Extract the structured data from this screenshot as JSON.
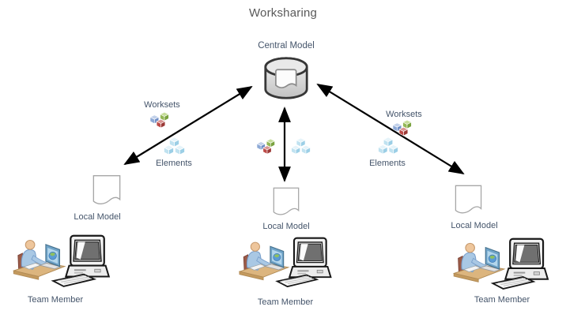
{
  "title": "Worksharing",
  "central": {
    "label": "Central Model"
  },
  "branches": [
    {
      "position": "left",
      "worksets_label": "Worksets",
      "elements_label": "Elements",
      "local_model_label": "Local Model",
      "team_member_label": "Team Member"
    },
    {
      "position": "center",
      "local_model_label": "Local Model",
      "team_member_label": "Team Member"
    },
    {
      "position": "right",
      "worksets_label": "Worksets",
      "elements_label": "Elements",
      "local_model_label": "Local Model",
      "team_member_label": "Team Member"
    }
  ],
  "icons": {
    "central_model": "database-with-document-icon",
    "worksets": "three-colored-cubes-icon",
    "elements": "three-blue-cubes-icon",
    "local_model": "wavy-document-icon",
    "team_member": "person-at-desk-with-computer-icon",
    "connection": "double-headed-arrow"
  },
  "colors": {
    "title-color": "#595959",
    "label-color": "#44546a",
    "arrow-color": "#000000",
    "doc-stroke": "#a6a6a6",
    "cylinder-stroke": "#373737",
    "workset-blue": "#8da9d6",
    "workset-green": "#94b756",
    "workset-red": "#bd4b48",
    "element-blue": "#c0e2f0",
    "desk-tan": "#dcb57e",
    "shirt-blue": "#a9c8e4"
  }
}
